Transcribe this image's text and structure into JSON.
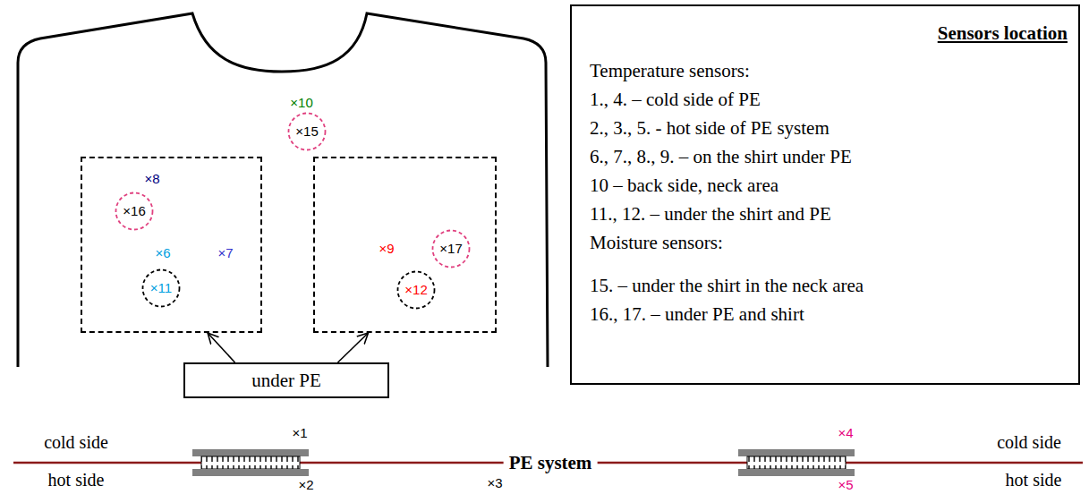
{
  "diagram": {
    "nodes": [
      {
        "text": [
          "×10"
        ]
      },
      {
        "text": [
          "×15"
        ],
        "in": 0
      },
      {
        "text": [
          "×8",
          "×6",
          "×7"
        ],
        "in": 0
      },
      {
        "text": [
          "×16"
        ],
        "in": 2
      },
      {
        "text": [
          "×11"
        ],
        "in": 2
      },
      {
        "text": [
          "×9"
        ],
        "in": 0
      },
      {
        "text": [
          "×17"
        ],
        "in": 5
      },
      {
        "text": [
          "×12"
        ],
        "in": 5
      },
      {
        "text": [
          "under PE"
        ]
      },
      {
        "text": [
          "Sensors location",
          "Temperature sensors:",
          "1., 4. – cold side of PE",
          "2., 3., 5. - hot side of PE system",
          "6., 7., 8., 9. – on the shirt under PE",
          "10 – back side, neck area",
          "11., 12. – under the shirt and PE",
          "Moisture sensors:",
          "15. – under the shirt in the neck area",
          "16., 17. – under PE and shirt"
        ]
      }
    ],
    "edges": [
      {
        "from": 8,
        "to": 2,
        "arrow": "to"
      },
      {
        "from": 8,
        "to": 5,
        "arrow": "to"
      }
    ],
    "labels": [
      "cold side",
      "hot side",
      "PE system",
      "cold side",
      "hot side",
      "×1",
      "×2",
      "×3",
      "×4",
      "×5"
    ]
  }
}
